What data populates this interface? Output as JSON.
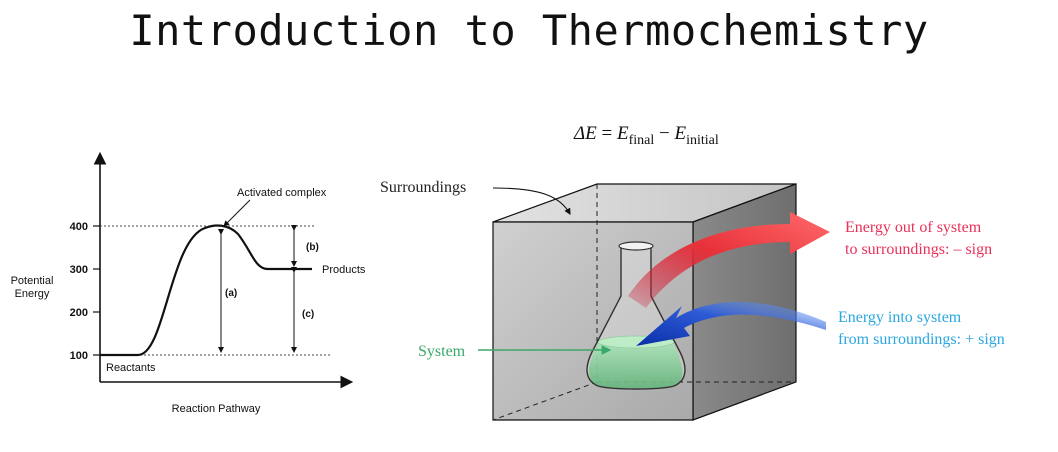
{
  "title": "Introduction to Thermochemistry",
  "energy_diagram": {
    "y_axis_label_line1": "Potential",
    "y_axis_label_line2": "Energy",
    "x_axis_label": "Reaction Pathway",
    "y_ticks": [
      "100",
      "200",
      "300",
      "400"
    ],
    "activated_complex_label": "Activated complex",
    "products_label": "Products",
    "reactants_label": "Reactants",
    "arrow_a_label": "(a)",
    "arrow_b_label": "(b)",
    "arrow_c_label": "(c)"
  },
  "system_diagram": {
    "equation": {
      "delta_e": "ΔE",
      "equals": " = ",
      "e1": "E",
      "final_sub": "final",
      "minus": " − ",
      "e2": "E",
      "initial_sub": "initial"
    },
    "surroundings_label": "Surroundings",
    "system_label": "System",
    "energy_out_line1": "Energy out of system",
    "energy_out_line2": "to surroundings: – sign",
    "energy_in_line1": "Energy into system",
    "energy_in_line2": "from surroundings: + sign",
    "colors": {
      "energy_out": "#e8315a",
      "energy_in": "#2aa7e0",
      "system": "#3aa86a"
    }
  }
}
